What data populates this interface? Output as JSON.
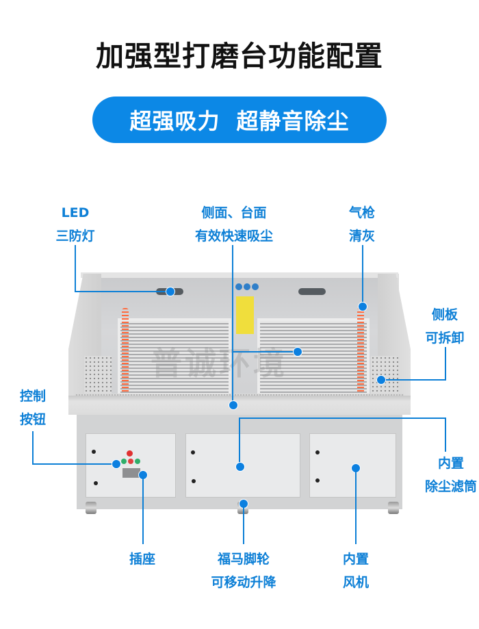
{
  "header": {
    "title": "加强型打磨台功能配置",
    "pill_left": "超强吸力",
    "pill_right": "超静音除尘",
    "accent_color": "#0c88e6"
  },
  "watermark": "普诚环境",
  "callouts": {
    "led": {
      "line1": "LED",
      "line2": "三防灯"
    },
    "suction": {
      "line1": "侧面、台面",
      "line2": "有效快速吸尘"
    },
    "airgun": {
      "line1": "气枪",
      "line2": "清灰"
    },
    "side_panel": {
      "line1": "侧板",
      "line2": "可拆卸"
    },
    "control": {
      "line1": "控制",
      "line2": "按钮"
    },
    "filter": {
      "line1": "内置",
      "line2": "除尘滤筒"
    },
    "socket": {
      "line1": "插座"
    },
    "casters": {
      "line1": "福马脚轮",
      "line2": "可移动升降"
    },
    "fan": {
      "line1": "内置",
      "line2": "风机"
    }
  }
}
